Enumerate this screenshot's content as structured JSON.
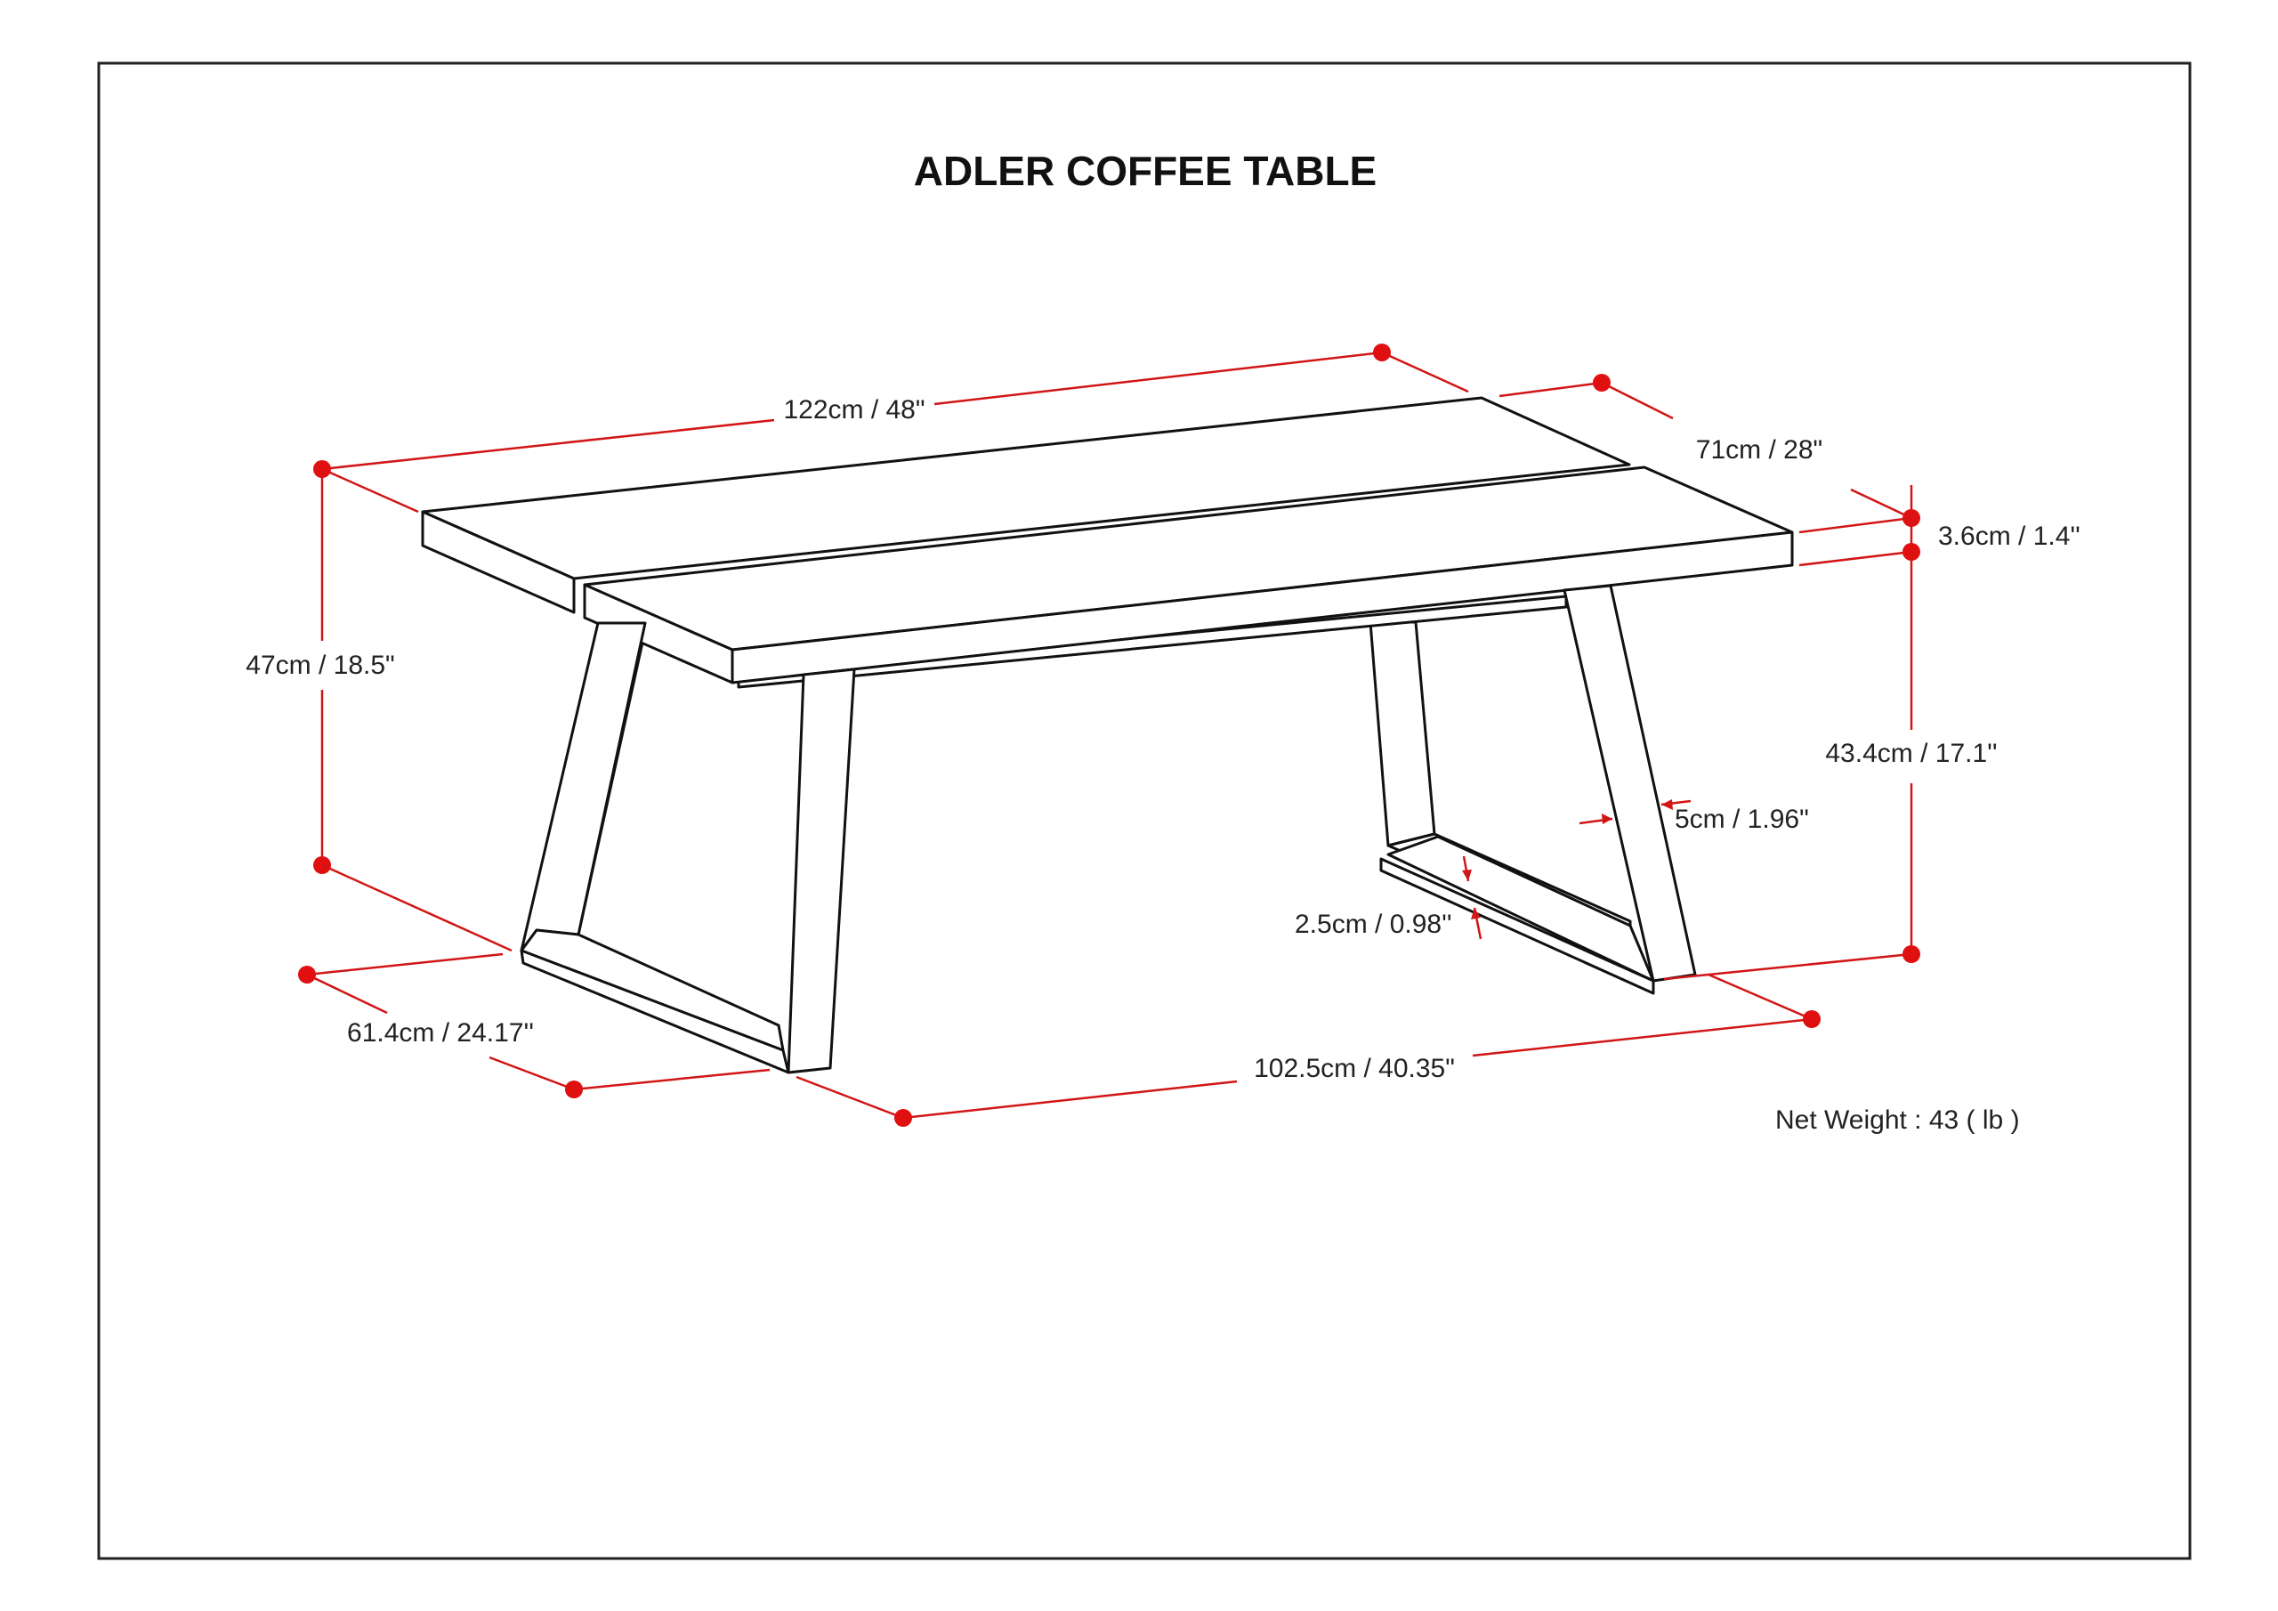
{
  "title": "ADLER COFFEE TABLE",
  "dimensions": {
    "length": "122cm / 48\"",
    "depth": "71cm / 28\"",
    "top_thickness": "3.6cm / 1.4''",
    "height": "47cm / 18.5\"",
    "clearance_height": "43.4cm / 17.1''",
    "leg_width": "5cm / 1.96\"",
    "leg_thickness": "2.5cm / 0.98''",
    "leg_depth": "61.4cm / 24.17''",
    "inner_length": "102.5cm / 40.35\""
  },
  "net_weight": "Net Weight : 43 ( lb )",
  "colors": {
    "dimension": "#d21515",
    "outline": "#111111"
  }
}
